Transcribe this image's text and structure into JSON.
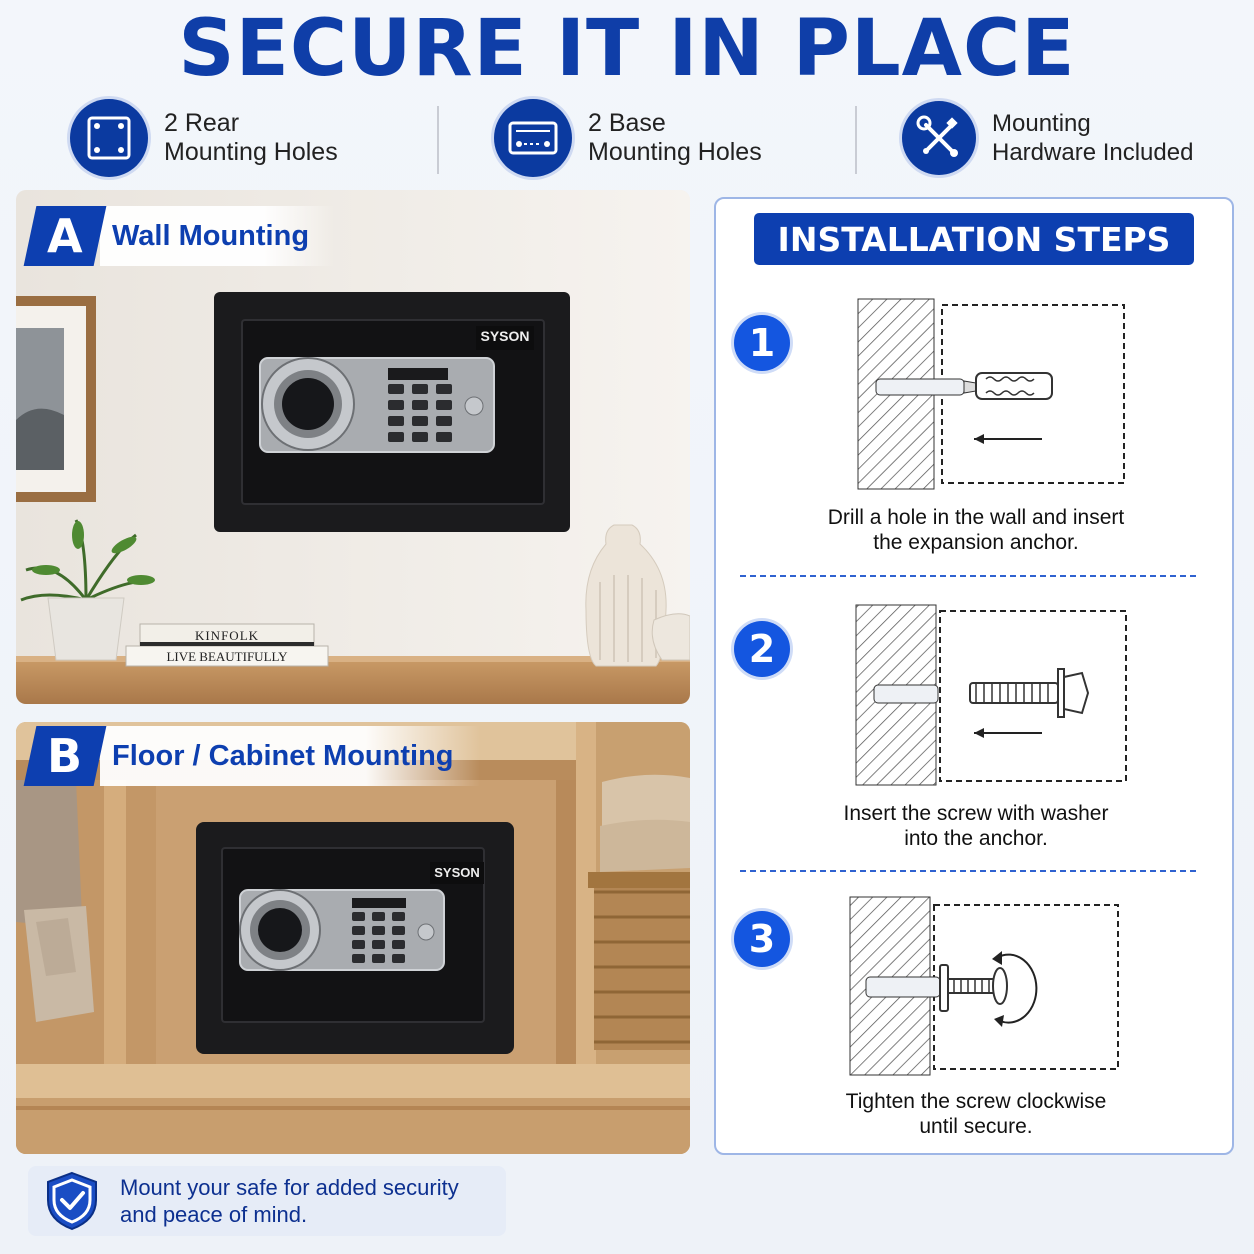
{
  "title": "SECURE IT IN PLACE",
  "features": [
    {
      "line1": "2 Rear",
      "line2": "Mounting Holes",
      "icon": "rear-plate-icon"
    },
    {
      "line1": "2 Base",
      "line2": "Mounting Holes",
      "icon": "base-plate-icon"
    },
    {
      "line1": "Mounting",
      "line2": "Hardware Included",
      "icon": "wrench-screwdriver-icon"
    }
  ],
  "panel_a": {
    "letter": "A",
    "label": "Wall Mounting",
    "brand": "SYSON",
    "book_top": "KINFOLK",
    "book_bottom": "LIVE BEAUTIFULLY"
  },
  "panel_b": {
    "letter": "B",
    "label": "Floor / Cabinet Mounting",
    "brand": "SYSON"
  },
  "steps": {
    "title": "INSTALLATION STEPS",
    "items": [
      {
        "num": "1",
        "line1": "Drill a hole in the wall and insert",
        "line2": "the expansion anchor."
      },
      {
        "num": "2",
        "line1": "Insert the screw with washer",
        "line2": "into the anchor."
      },
      {
        "num": "3",
        "line1": "Tighten the screw clockwise",
        "line2": "until secure."
      }
    ]
  },
  "note": {
    "line1": "Mount your safe for added security",
    "line2": "and peace of mind."
  },
  "colors": {
    "brand_blue": "#0d3fb0",
    "title_blue": "#0f3ea8",
    "step_blue": "#1456e0"
  }
}
